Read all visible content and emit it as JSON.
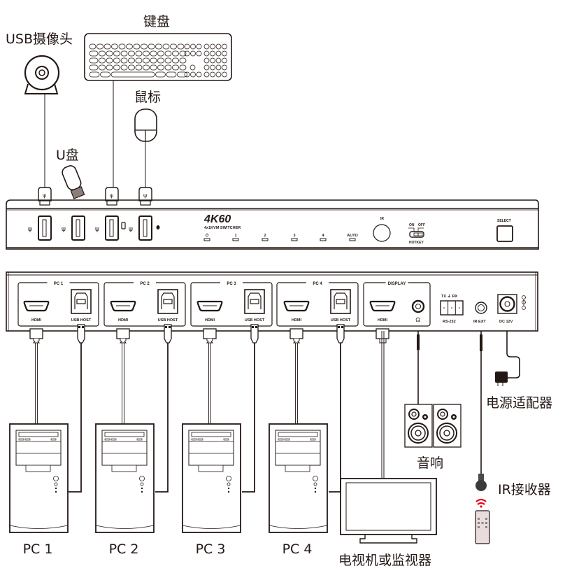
{
  "labels": {
    "webcam": "USB摄像头",
    "keyboard": "键盘",
    "mouse": "鼠标",
    "usb_drive": "U盘",
    "power_adapter": "电源适配器",
    "speakers": "音响",
    "ir_receiver": "IR接收器",
    "tv_monitor": "电视机或监视器",
    "pcs": [
      "PC 1",
      "PC 2",
      "PC 3",
      "PC 4"
    ]
  },
  "front_panel": {
    "brand": "4K60",
    "model": "4x1KVM SWITCHER",
    "leds": [
      "⏻",
      "1",
      "2",
      "3",
      "4",
      "AUTO"
    ],
    "ir_label": "IR",
    "hotkey_on": "ON",
    "hotkey_off": "OFF",
    "hotkey_label": "HOTKEY",
    "select_label": "SELECT",
    "usb_port_icons": [
      "usb3-icon",
      "usb3-icon",
      "usb3-icon",
      "usb3-icon"
    ],
    "port_marks": [
      "keyboard-icon",
      "mouse-icon"
    ]
  },
  "rear_panel": {
    "groups": [
      {
        "title": "PC 1",
        "ports": [
          "HDMI",
          "USB HOST"
        ]
      },
      {
        "title": "PC 2",
        "ports": [
          "HDMI",
          "USB HOST"
        ]
      },
      {
        "title": "PC 3",
        "ports": [
          "HDMI",
          "USB HOST"
        ]
      },
      {
        "title": "PC 4",
        "ports": [
          "HDMI",
          "USB HOST"
        ]
      },
      {
        "title": "DISPLAY",
        "ports": [
          "HDMI",
          "🎧"
        ]
      }
    ],
    "rs232_top": "TX ⏚ RX",
    "rs232": "RS-232",
    "ir_ext": "IR EXT",
    "dc": "DC 12V"
  },
  "colors": {
    "line": "#231815",
    "ir_signal": "#e60012",
    "remote_fill": "#e8dcdc"
  }
}
